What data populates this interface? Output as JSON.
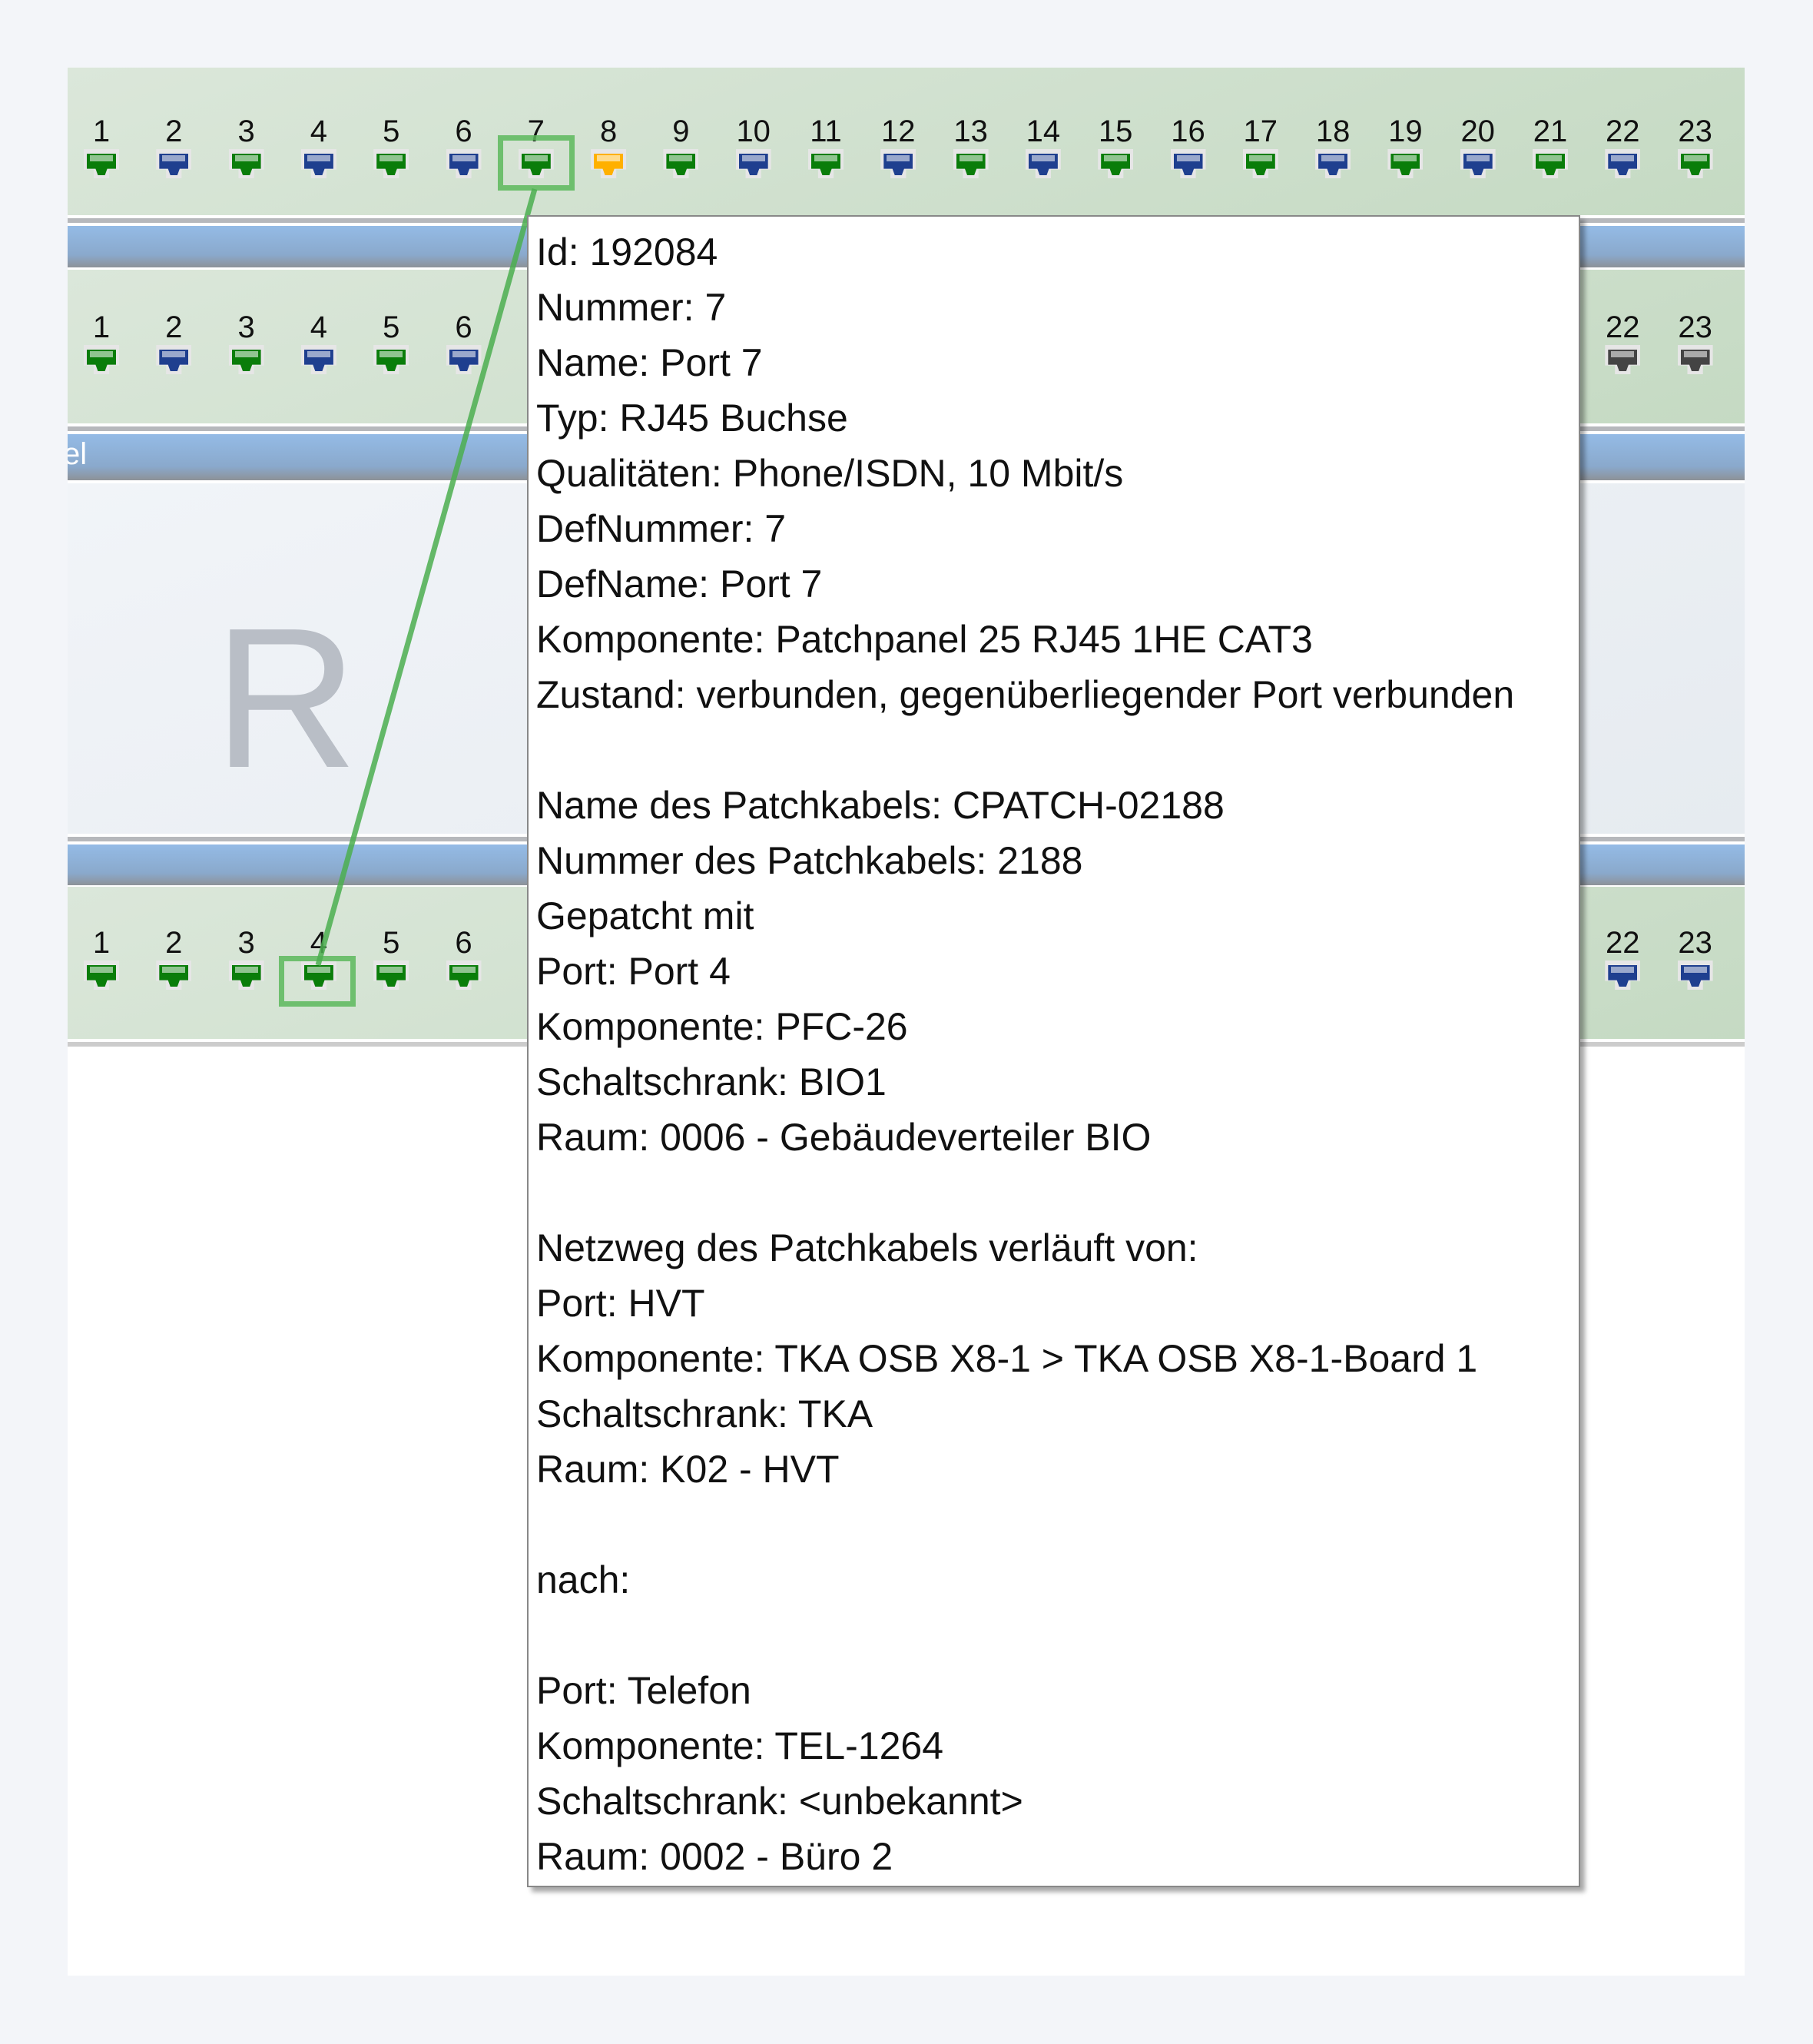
{
  "colors": {
    "green": "#0a7d0a",
    "blue": "#1f3f8f",
    "orange": "#ffb000",
    "grey": "#444444",
    "highlight": "#5cb85c"
  },
  "rows": [
    {
      "ports": [
        {
          "n": "1",
          "c": "green"
        },
        {
          "n": "2",
          "c": "blue"
        },
        {
          "n": "3",
          "c": "green"
        },
        {
          "n": "4",
          "c": "blue"
        },
        {
          "n": "5",
          "c": "green"
        },
        {
          "n": "6",
          "c": "blue"
        },
        {
          "n": "7",
          "c": "green"
        },
        {
          "n": "8",
          "c": "orange"
        },
        {
          "n": "9",
          "c": "green"
        },
        {
          "n": "10",
          "c": "blue"
        },
        {
          "n": "11",
          "c": "green"
        },
        {
          "n": "12",
          "c": "blue"
        },
        {
          "n": "13",
          "c": "green"
        },
        {
          "n": "14",
          "c": "blue"
        },
        {
          "n": "15",
          "c": "green"
        },
        {
          "n": "16",
          "c": "blue"
        },
        {
          "n": "17",
          "c": "green"
        },
        {
          "n": "18",
          "c": "blue"
        },
        {
          "n": "19",
          "c": "green"
        },
        {
          "n": "20",
          "c": "blue"
        },
        {
          "n": "21",
          "c": "green"
        },
        {
          "n": "22",
          "c": "blue"
        },
        {
          "n": "23",
          "c": "green"
        }
      ]
    },
    {
      "ports": [
        {
          "n": "1",
          "c": "green"
        },
        {
          "n": "2",
          "c": "blue"
        },
        {
          "n": "3",
          "c": "green"
        },
        {
          "n": "4",
          "c": "blue"
        },
        {
          "n": "5",
          "c": "green"
        },
        {
          "n": "6",
          "c": "blue"
        },
        {
          "n": "22",
          "c": "grey",
          "i": 21
        },
        {
          "n": "23",
          "c": "grey",
          "i": 22
        }
      ]
    },
    {
      "ports": [
        {
          "n": "1",
          "c": "green"
        },
        {
          "n": "2",
          "c": "green"
        },
        {
          "n": "3",
          "c": "green"
        },
        {
          "n": "4",
          "c": "green"
        },
        {
          "n": "5",
          "c": "green"
        },
        {
          "n": "6",
          "c": "green"
        },
        {
          "n": "22",
          "c": "blue",
          "i": 21
        },
        {
          "n": "23",
          "c": "blue",
          "i": 22
        }
      ]
    }
  ],
  "panel_label_fragment": "el",
  "watermark_fragment": "R",
  "tooltip": {
    "lines": [
      "Id: 192084",
      "Nummer: 7",
      "Name: Port 7",
      "Typ: RJ45 Buchse",
      "Qualitäten: Phone/ISDN, 10 Mbit/s",
      "DefNummer: 7",
      "DefName: Port 7",
      "Komponente: Patchpanel 25 RJ45 1HE CAT3",
      "Zustand: verbunden, gegenüberliegender Port verbunden",
      "",
      "Name des Patchkabels: CPATCH-02188",
      "Nummer des Patchkabels: 2188",
      "Gepatcht mit",
      "Port: Port 4",
      "Komponente: PFC-26",
      "Schaltschrank: BIO1",
      "Raum: 0006 - Gebäudeverteiler BIO",
      "",
      "Netzweg des Patchkabels verläuft von:",
      "Port: HVT",
      "Komponente: TKA OSB X8-1 > TKA OSB X8-1-Board 1",
      "Schaltschrank: TKA",
      "Raum: K02 - HVT",
      "",
      "nach:",
      "",
      "Port: Telefon",
      "Komponente: TEL-1264",
      "Schaltschrank: <unbekannt>",
      "Raum: 0002 - Büro 2"
    ]
  }
}
